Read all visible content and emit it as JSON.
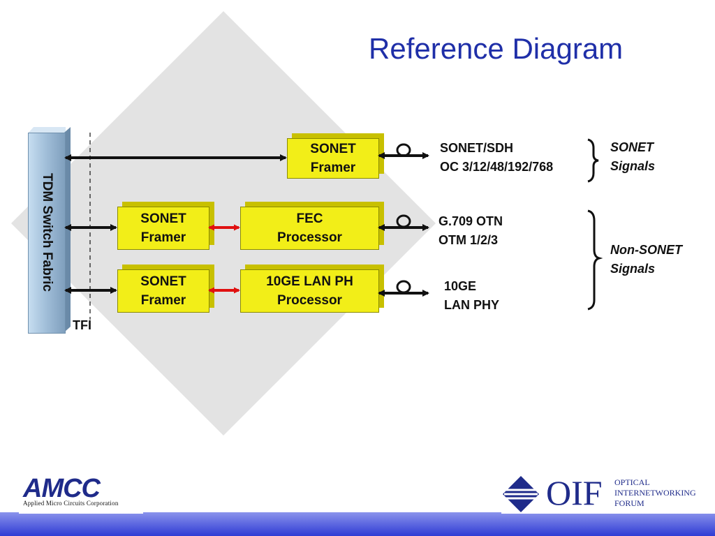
{
  "title": "Reference Diagram",
  "fabric": {
    "label": "TDM Switch Fabric"
  },
  "interface_label": "TFI",
  "rows": [
    {
      "framer": [
        "SONET",
        "Framer"
      ],
      "signal": [
        "SONET/SDH",
        "OC 3/12/48/192/768"
      ]
    },
    {
      "framer": [
        "SONET",
        "Framer"
      ],
      "processor": [
        "FEC",
        "Processor"
      ],
      "signal": [
        "G.709 OTN",
        "OTM 1/2/3"
      ]
    },
    {
      "framer": [
        "SONET",
        "Framer"
      ],
      "processor": [
        "10GE LAN PH",
        "Processor"
      ],
      "signal": [
        "10GE",
        "LAN PHY"
      ]
    }
  ],
  "groups": [
    {
      "label": [
        "SONET",
        "Signals"
      ]
    },
    {
      "label": [
        "Non-SONET",
        "Signals"
      ]
    }
  ],
  "logos": {
    "amcc": {
      "word": "AMCC",
      "tagline": "Applied Micro Circuits Corporation"
    },
    "oif": {
      "word": "OIF",
      "lines": [
        "OPTICAL",
        "INTERNETWORKING",
        "FORUM"
      ]
    }
  },
  "colors": {
    "title": "#1f2fa8",
    "box_fill": "#f2ee18",
    "fabric_fill": "#a3c0da",
    "red_link": "#e01010",
    "footer": "#2f3bd4"
  }
}
